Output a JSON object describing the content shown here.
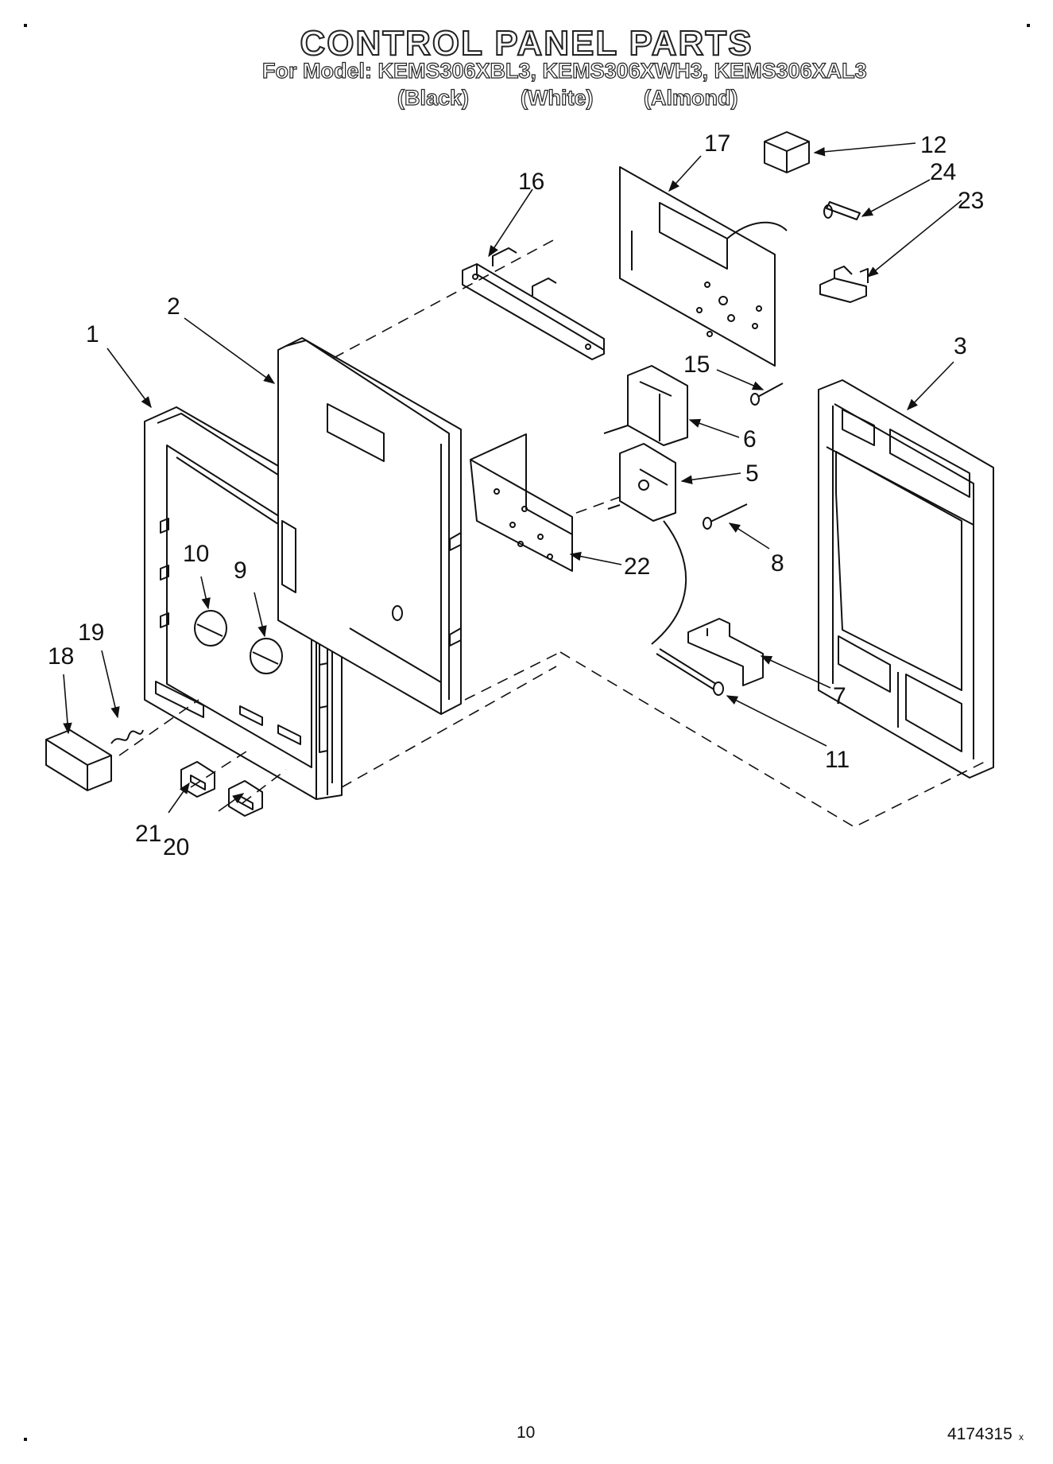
{
  "header": {
    "title": "CONTROL PANEL PARTS",
    "models_line": "For Model: KEMS306XBL3, KEMS306XWH3, KEMS306XAL3",
    "variants": [
      "(Black)",
      "(White)",
      "(Almond)"
    ]
  },
  "callouts": {
    "p1": "1",
    "p2": "2",
    "p3": "3",
    "p5": "5",
    "p6": "6",
    "p7": "7",
    "p8": "8",
    "p9": "9",
    "p10": "10",
    "p11": "11",
    "p12": "12",
    "p15": "15",
    "p16": "16",
    "p17": "17",
    "p18": "18",
    "p19": "19",
    "p20": "20",
    "p21": "21",
    "p22": "22",
    "p23": "23",
    "p24": "24"
  },
  "footer": {
    "page_number": "10",
    "doc_number": "4174315"
  },
  "doc_mark": "x"
}
